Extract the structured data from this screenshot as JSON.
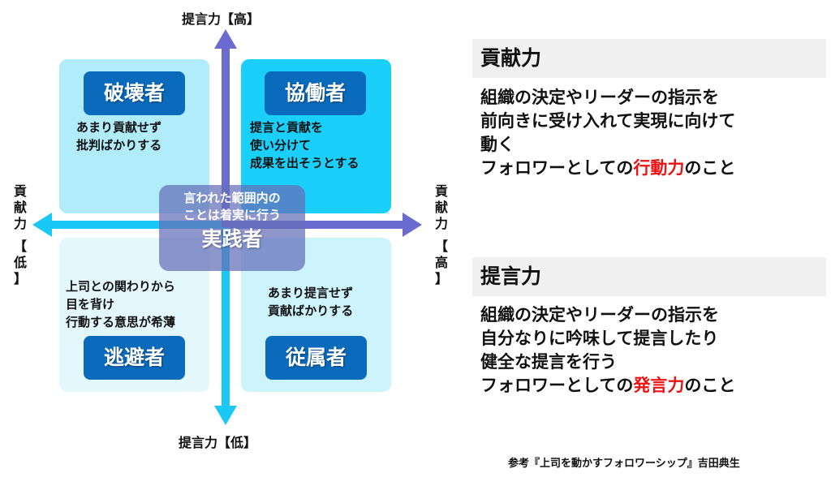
{
  "diagram": {
    "axes": {
      "vertical": {
        "top_label": "提言力【高】",
        "bottom_label": "提言力【低】"
      },
      "horizontal": {
        "left_label": [
          "貢",
          "献",
          "力",
          "【",
          "低",
          "】"
        ],
        "right_label": [
          "貢",
          "献",
          "力",
          "【",
          "高",
          "】"
        ]
      }
    },
    "quadrants": [
      {
        "id": "top-left",
        "title": "破壊者",
        "description": [
          "あまり貢献せず",
          "批判ばかりする"
        ]
      },
      {
        "id": "top-right",
        "title": "協働者",
        "description": [
          "提言と貢献を",
          "使い分けて",
          "成果を出そうとする"
        ]
      },
      {
        "id": "bottom-left",
        "title": "逃避者",
        "description": [
          "上司との関わりから",
          "目を背け",
          "行動する意思が希薄"
        ]
      },
      {
        "id": "bottom-right",
        "title": "従属者",
        "description": [
          "あまり提言せず",
          "貢献ばかりする"
        ]
      }
    ],
    "center": {
      "title": "実践者",
      "description": [
        "言われた範囲内の",
        "ことは着実に行う"
      ]
    },
    "colors": {
      "badge": "#0a6bbd",
      "arrow_high": "#6b6bd0",
      "arrow_low": "#1ac8f5",
      "highlight": "#ee1111"
    }
  },
  "panels": [
    {
      "heading": "貢献力",
      "lines": [
        "組織の決定やリーダーの指示を",
        "前向きに受け入れて実現に向けて",
        "動く"
      ],
      "last_line": {
        "before": "フォロワーとしての",
        "highlight": "行動力",
        "after": "のこと"
      }
    },
    {
      "heading": "提言力",
      "lines": [
        "組織の決定やリーダーの指示を",
        "自分なりに吟味して提言したり",
        "健全な提言を行う"
      ],
      "last_line": {
        "before": "フォロワーとしての",
        "highlight": "発言力",
        "after": "のこと"
      }
    }
  ],
  "reference": "参考『上司を動かすフォロワーシップ』吉田典生"
}
